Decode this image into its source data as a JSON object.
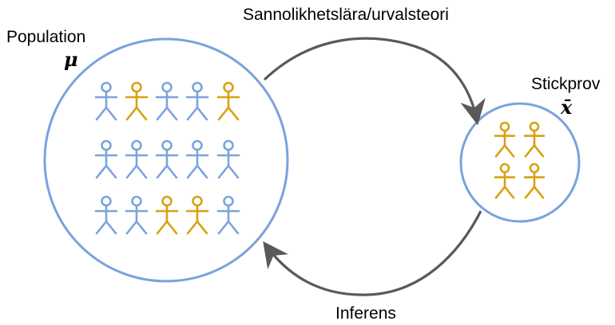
{
  "colors": {
    "circle": "#7aa3dc",
    "arrow": "#595959",
    "figure_blue": "#7aa3dc",
    "figure_gold": "#d9a010"
  },
  "population": {
    "label": "Population",
    "symbol": "μ",
    "figure_rows": [
      [
        "blue",
        "gold",
        "blue",
        "blue",
        "gold"
      ],
      [
        "blue",
        "blue",
        "blue",
        "blue",
        "blue"
      ],
      [
        "blue",
        "blue",
        "gold",
        "gold",
        "blue"
      ]
    ],
    "figure_icon": "stick-person-icon"
  },
  "sample": {
    "label": "Stickprov",
    "symbol": "x̄",
    "figure_rows": [
      [
        "gold",
        "gold"
      ],
      [
        "gold",
        "gold"
      ]
    ],
    "figure_icon": "stick-person-icon"
  },
  "arrows": {
    "top_label": "Sannolikhetslära/urvalsteori",
    "bottom_label": "Inferens",
    "icon": "curved-arrow-icon"
  }
}
